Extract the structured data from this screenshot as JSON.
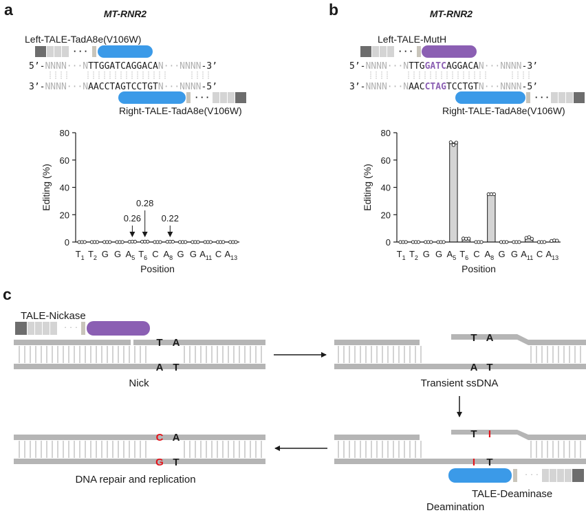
{
  "panels": {
    "a": {
      "letter": "a",
      "gene": "MT-RNR2",
      "left_tale": "Left-TALE-TadA8e(V106W)",
      "right_tale": "Right-TALE-TadA8e(V106W)",
      "top_seq": {
        "prefix": "5’-",
        "flank_l": "NNNN",
        "dots": "···",
        "n1": "N",
        "core": "TTGGATCAGGACA",
        "n2": "N",
        "dots2": "···",
        "flank_r": "NNNN",
        "suffix": "-3’"
      },
      "bottom_seq": {
        "prefix": "3’-",
        "flank_l": "NNNN",
        "dots": "···",
        "n1": "N",
        "core": "AACCTAGTCCTGT",
        "n2": "N",
        "dots2": "···",
        "flank_r": "NNNN",
        "suffix": "-5’"
      }
    },
    "b": {
      "letter": "b",
      "gene": "MT-RNR2",
      "left_tale": "Left-TALE-MutH",
      "right_tale": "Right-TALE-TadA8e(V106W)",
      "top_seq": {
        "prefix": "5’-",
        "flank_l": "NNNN",
        "dots": "···",
        "n1": "N",
        "core_a": "TTG",
        "core_site": "GATC",
        "core_b": "AGGACA",
        "n2": "N",
        "dots2": "···",
        "flank_r": "NNNN",
        "suffix": "-3’"
      },
      "bottom_seq": {
        "prefix": "3’-",
        "flank_l": "NNNN",
        "dots": "···",
        "n1": "N",
        "core_a": "AAC",
        "core_site": "CTAG",
        "core_b": "TCCTGT",
        "n2": "N",
        "dots2": "···",
        "flank_r": "NNNN",
        "suffix": "-5’"
      }
    },
    "c": {
      "letter": "c",
      "nickase_label": "TALE-Nickase",
      "nick_label": "Nick",
      "transient_label": "Transient ssDNA",
      "deaminase_label": "TALE-Deaminase",
      "deamination_label": "Deamination",
      "repair_label": "DNA repair and replication",
      "step1": {
        "top": [
          "T",
          "A"
        ],
        "bottom": [
          "A",
          "T"
        ]
      },
      "step2": {
        "top": [
          "T",
          "A"
        ],
        "bottom": [
          "A",
          "T"
        ]
      },
      "step3": {
        "top": [
          "T",
          "I"
        ],
        "bottom": [
          "I",
          "T"
        ]
      },
      "step4": {
        "top": [
          "C",
          "A"
        ],
        "bottom": [
          "G",
          "T"
        ]
      }
    }
  },
  "chart_data": [
    {
      "panel": "a",
      "type": "bar",
      "xlabel": "Position",
      "ylabel": "Editing (%)",
      "ylim": [
        0,
        80
      ],
      "yticks": [
        0,
        20,
        40,
        60,
        80
      ],
      "categories": [
        {
          "base": "T",
          "sub": "1"
        },
        {
          "base": "T",
          "sub": "2"
        },
        {
          "base": "G",
          "sub": ""
        },
        {
          "base": "G",
          "sub": ""
        },
        {
          "base": "A",
          "sub": "5"
        },
        {
          "base": "T",
          "sub": "6"
        },
        {
          "base": "C",
          "sub": ""
        },
        {
          "base": "A",
          "sub": "8"
        },
        {
          "base": "G",
          "sub": ""
        },
        {
          "base": "G",
          "sub": ""
        },
        {
          "base": "A",
          "sub": "11"
        },
        {
          "base": "C",
          "sub": ""
        },
        {
          "base": "A",
          "sub": "13"
        }
      ],
      "values": [
        0,
        0,
        0,
        0,
        0.26,
        0.28,
        0,
        0.22,
        0,
        0,
        0,
        0,
        0
      ],
      "replicates": [
        [
          0,
          0,
          0
        ],
        [
          0,
          0,
          0
        ],
        [
          0,
          0,
          0
        ],
        [
          0,
          0,
          0
        ],
        [
          0.2,
          0.3,
          0.28
        ],
        [
          0.25,
          0.3,
          0.29
        ],
        [
          0,
          0,
          0
        ],
        [
          0.2,
          0.24,
          0.22
        ],
        [
          0,
          0,
          0
        ],
        [
          0,
          0,
          0
        ],
        [
          0,
          0,
          0
        ],
        [
          0,
          0,
          0
        ],
        [
          0,
          0,
          0
        ]
      ],
      "annotations": [
        {
          "index": 4,
          "text": "0.26"
        },
        {
          "index": 5,
          "text": "0.28"
        },
        {
          "index": 7,
          "text": "0.22"
        }
      ]
    },
    {
      "panel": "b",
      "type": "bar",
      "xlabel": "Position",
      "ylabel": "Editing (%)",
      "ylim": [
        0,
        80
      ],
      "yticks": [
        0,
        20,
        40,
        60,
        80
      ],
      "categories": [
        {
          "base": "T",
          "sub": "1"
        },
        {
          "base": "T",
          "sub": "2"
        },
        {
          "base": "G",
          "sub": ""
        },
        {
          "base": "G",
          "sub": ""
        },
        {
          "base": "A",
          "sub": "5"
        },
        {
          "base": "T",
          "sub": "6"
        },
        {
          "base": "C",
          "sub": ""
        },
        {
          "base": "A",
          "sub": "8"
        },
        {
          "base": "G",
          "sub": ""
        },
        {
          "base": "G",
          "sub": ""
        },
        {
          "base": "A",
          "sub": "11"
        },
        {
          "base": "C",
          "sub": ""
        },
        {
          "base": "A",
          "sub": "13"
        }
      ],
      "values": [
        0,
        0,
        0,
        0,
        72.5,
        2.5,
        0,
        35,
        0,
        0,
        3,
        0,
        1
      ],
      "replicates": [
        [
          0,
          0,
          0
        ],
        [
          0,
          0,
          0
        ],
        [
          0,
          0,
          0
        ],
        [
          0,
          0,
          0
        ],
        [
          73,
          71,
          72.8
        ],
        [
          2.6,
          2.4,
          2.5
        ],
        [
          0,
          0,
          0
        ],
        [
          35,
          35,
          35
        ],
        [
          0,
          0,
          0
        ],
        [
          0,
          0,
          0
        ],
        [
          3,
          3.6,
          2.4
        ],
        [
          0,
          0,
          0
        ],
        [
          0.8,
          1.2,
          1.0
        ]
      ],
      "annotations": []
    }
  ],
  "colors": {
    "tale_dark": "#6d6d6d",
    "tale_light": "#d4d4d4",
    "tadA": "#3b9ae8",
    "muth": "#8b5fb3",
    "strand": "#b5b5b5",
    "bar": "#d4d4d4",
    "red": "#e3141b",
    "purple_text": "#8b5fb3",
    "gray_text": "#b0b0b0"
  }
}
